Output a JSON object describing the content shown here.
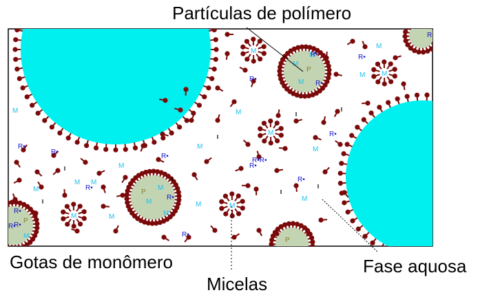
{
  "labels": {
    "polymer_particles": "Partículas de polímero",
    "monomer_droplets": "Gotas de monômero",
    "micelles": "Micelas",
    "aqueous_phase": "Fase aquosa"
  },
  "symbols": {
    "monomer": "M",
    "radical": "R•",
    "polymer": "P",
    "radical_pair": "R•R•"
  },
  "colors": {
    "droplet": "#00f0f0",
    "particle": "#c2d4b2",
    "surfactant": "#7a0a0a",
    "monomer_text": "#20c0f0",
    "radical_text": "#1515c8",
    "polymer_text": "#8a7a2a",
    "border": "#000000"
  }
}
